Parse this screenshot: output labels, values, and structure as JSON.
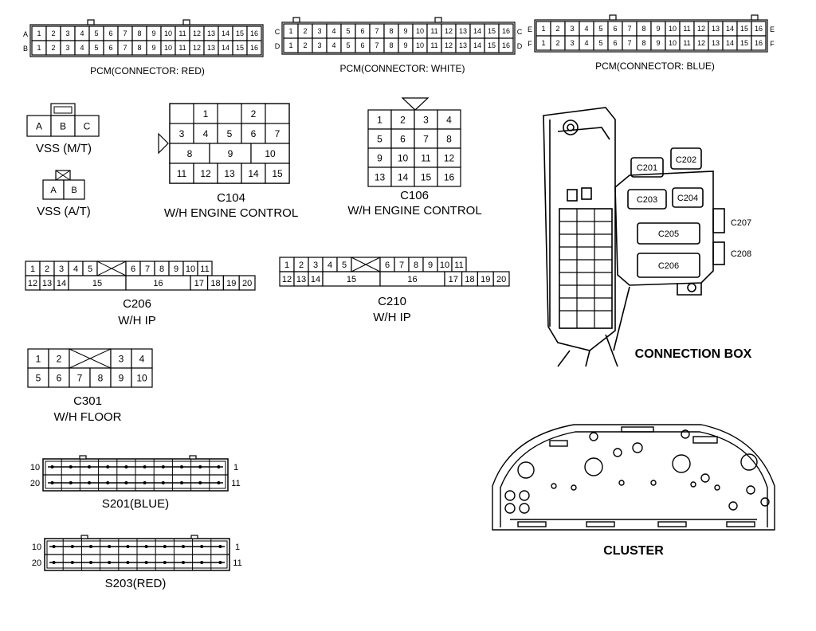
{
  "pcm_red": {
    "caption": "PCM(CONNECTOR: RED)",
    "row_letters": [
      "A",
      "B"
    ],
    "pins": [
      "1",
      "2",
      "3",
      "4",
      "5",
      "6",
      "7",
      "8",
      "9",
      "10",
      "11",
      "12",
      "13",
      "14",
      "15",
      "16"
    ]
  },
  "pcm_white": {
    "caption": "PCM(CONNECTOR: WHITE)",
    "left_letters": [
      "C",
      "D"
    ],
    "right_letters": [
      "C",
      "D"
    ],
    "pins": [
      "1",
      "2",
      "3",
      "4",
      "5",
      "6",
      "7",
      "8",
      "9",
      "10",
      "11",
      "12",
      "13",
      "14",
      "15",
      "16"
    ]
  },
  "pcm_blue": {
    "caption": "PCM(CONNECTOR: BLUE)",
    "left_letters": [
      "E",
      "F"
    ],
    "right_letters": [
      "E",
      "F"
    ],
    "pins": [
      "1",
      "2",
      "3",
      "4",
      "5",
      "6",
      "7",
      "8",
      "9",
      "10",
      "11",
      "12",
      "13",
      "14",
      "15",
      "16"
    ]
  },
  "vss_mt": {
    "caption": "VSS (M/T)",
    "pins": [
      "A",
      "B",
      "C"
    ]
  },
  "vss_at": {
    "caption": "VSS (A/T)",
    "pins": [
      "A",
      "B"
    ]
  },
  "c104": {
    "name": "C104",
    "description": "W/H ENGINE CONTROL",
    "row1": [
      "1",
      "2"
    ],
    "row2": [
      "3",
      "4",
      "5",
      "6",
      "7"
    ],
    "row3": [
      "8",
      "9",
      "10"
    ],
    "row4": [
      "11",
      "12",
      "13",
      "14",
      "15"
    ]
  },
  "c106": {
    "name": "C106",
    "description": "W/H ENGINE CONTROL",
    "rows": [
      [
        "1",
        "2",
        "3",
        "4"
      ],
      [
        "5",
        "6",
        "7",
        "8"
      ],
      [
        "9",
        "10",
        "11",
        "12"
      ],
      [
        "13",
        "14",
        "15",
        "16"
      ]
    ]
  },
  "c206": {
    "name": "C206",
    "description": "W/H IP",
    "top": [
      "1",
      "2",
      "3",
      "4",
      "5",
      "6",
      "7",
      "8",
      "9",
      "10",
      "11"
    ],
    "bottom": [
      "12",
      "13",
      "14",
      "15",
      "16",
      "17",
      "18",
      "19",
      "20"
    ]
  },
  "c210": {
    "name": "C210",
    "description": "W/H IP",
    "top": [
      "1",
      "2",
      "3",
      "4",
      "5",
      "6",
      "7",
      "8",
      "9",
      "10",
      "11"
    ],
    "bottom": [
      "12",
      "13",
      "14",
      "15",
      "16",
      "17",
      "18",
      "19",
      "20"
    ]
  },
  "c301": {
    "name": "C301",
    "description": "W/H FLOOR",
    "top": [
      "1",
      "2",
      "3",
      "4"
    ],
    "bottom": [
      "5",
      "6",
      "7",
      "8",
      "9",
      "10"
    ]
  },
  "s201": {
    "caption": "S201(BLUE)",
    "left_labels": [
      "10",
      "20"
    ],
    "right_labels": [
      "1",
      "11"
    ]
  },
  "s203": {
    "caption": "S203(RED)",
    "left_labels": [
      "10",
      "20"
    ],
    "right_labels": [
      "1",
      "11"
    ]
  },
  "connection_box": {
    "title": "CONNECTION BOX",
    "labels": [
      "C201",
      "C202",
      "C203",
      "C204",
      "C205",
      "C206",
      "C207",
      "C208"
    ]
  },
  "cluster": {
    "title": "CLUSTER"
  }
}
